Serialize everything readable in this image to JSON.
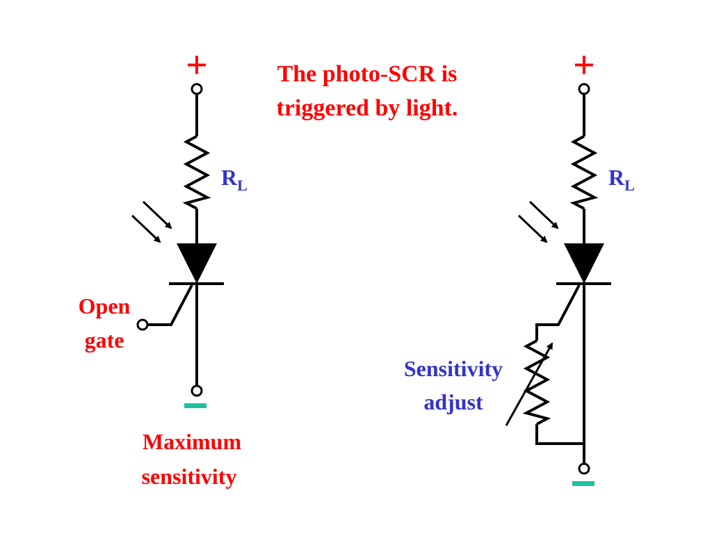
{
  "title": {
    "line1": "The photo-SCR is",
    "line2": "triggered by light."
  },
  "left_circuit": {
    "plus": "+",
    "minus": "–",
    "resistor_label": {
      "main": "R",
      "sub": "L"
    },
    "gate_label": {
      "line1": "Open",
      "line2": "gate"
    },
    "caption": {
      "line1": "Maximum",
      "line2": "sensitivity"
    }
  },
  "right_circuit": {
    "plus": "+",
    "minus": "–",
    "resistor_label": {
      "main": "R",
      "sub": "L"
    },
    "adjust_label": {
      "line1": "Sensitivity",
      "line2": "adjust"
    }
  },
  "colors": {
    "red": "#ff0000",
    "blue": "#3333cc",
    "minus_green": "#20c0a0",
    "wire": "#000000"
  }
}
